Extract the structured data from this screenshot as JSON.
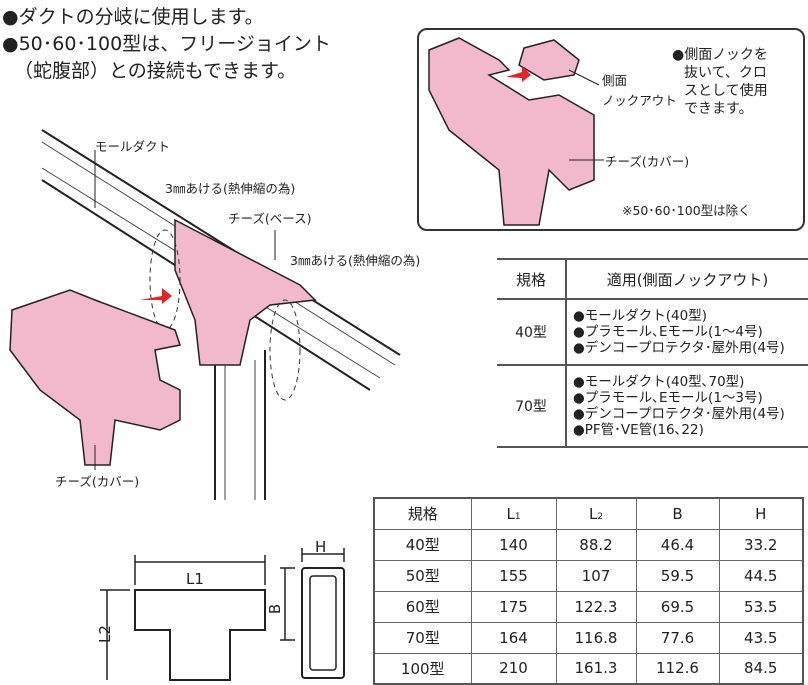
{
  "intro": [
    "●ダクトの分岐に使用します。",
    "●50･60･100型は、フリージョイント",
    "（蛇腹部）との接続もできます。"
  ],
  "diagram": {
    "mall_duct": "モールダクト",
    "gap1": "3㎜あける(熱伸縮の為)",
    "tee_base": "チーズ(ベース)",
    "gap2": "3㎜あける(熱伸縮の為)",
    "tee_cover": "チーズ(カバー)"
  },
  "inset": {
    "knockout_label": [
      "側面",
      "ノックアウト"
    ],
    "note": [
      "●側面ノックを",
      "抜いて、クロ",
      "スとして使用",
      "できます。"
    ],
    "tee_cover": "チーズ(カバー)",
    "exclusion": "※50･60･100型は除く"
  },
  "dims": {
    "L1": "L1",
    "L2": "L2",
    "B": "B",
    "H": "H"
  },
  "spec_table": {
    "headers": [
      "規格",
      "適用(側面ノックアウト)"
    ],
    "rows": [
      {
        "size": "40型",
        "items": [
          "●モールダクト(40型)",
          "●プラモール､Eモール(1～4号)",
          "●デンコープロテクタ･屋外用(4号)"
        ]
      },
      {
        "size": "70型",
        "items": [
          "●モールダクト(40型､70型)",
          "●プラモール､Eモール(1～3号)",
          "●デンコープロテクタ･屋外用(4号)",
          "●PF管･VE管(16､22)"
        ]
      }
    ]
  },
  "dim_table": {
    "headers": [
      "規格",
      "L",
      "1",
      "L",
      "2",
      "B",
      "H"
    ],
    "rows": [
      [
        "40型",
        "140",
        "88.2",
        "46.4",
        "33.2"
      ],
      [
        "50型",
        "155",
        "107",
        "59.5",
        "44.5"
      ],
      [
        "60型",
        "175",
        "122.3",
        "69.5",
        "53.5"
      ],
      [
        "70型",
        "164",
        "116.8",
        "77.6",
        "43.5"
      ],
      [
        "100型",
        "210",
        "161.3",
        "112.6",
        "84.5"
      ]
    ]
  },
  "colors": {
    "pink": "#f2b9cd",
    "arrow": "#e0242c"
  }
}
